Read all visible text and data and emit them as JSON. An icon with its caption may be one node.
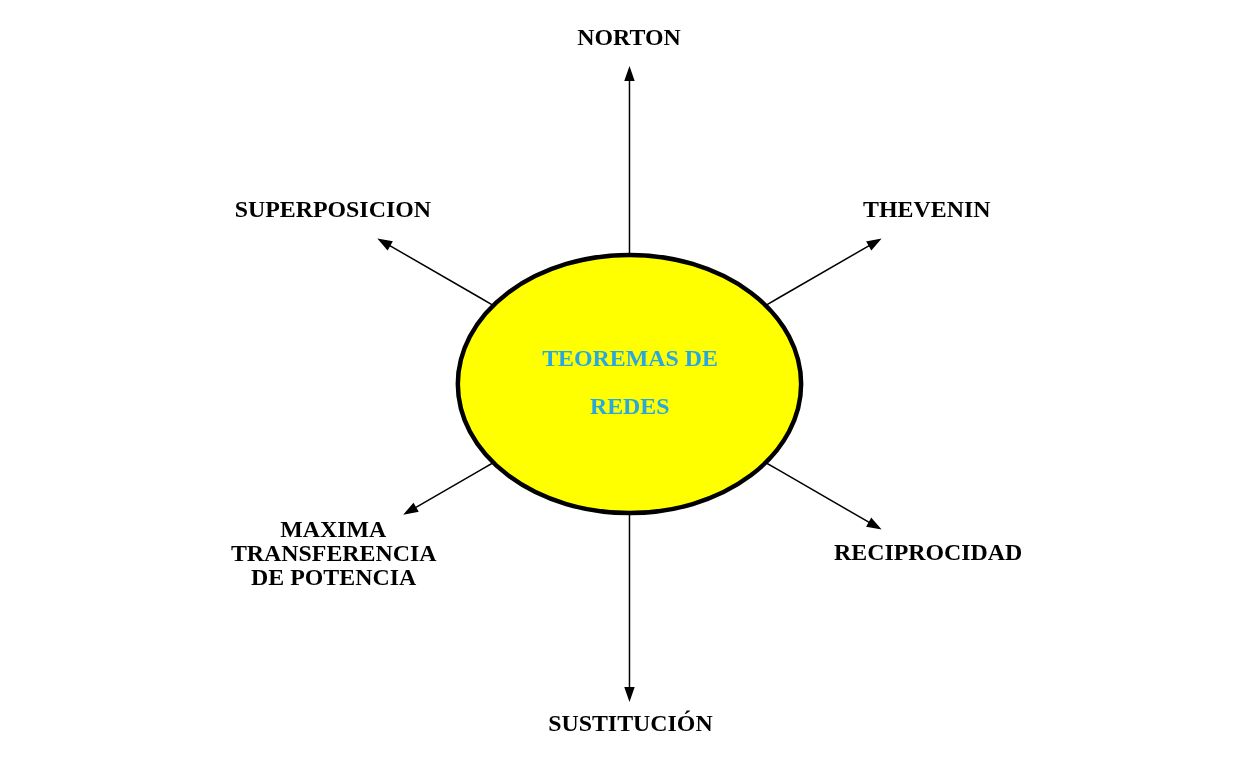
{
  "diagram": {
    "nodes": [
      {
        "text": [
          "THEVENIN"
        ]
      },
      {
        "text": [
          "NORTON"
        ]
      },
      {
        "text": [
          "SUPERPOSICION"
        ]
      },
      {
        "text": [
          "TEOREMAS DE REDES"
        ]
      },
      {
        "text": [
          "MAXIMA TRANSFERENCIA DE POTENCIA"
        ]
      },
      {
        "text": [
          "SUSTITUCIÓN"
        ]
      },
      {
        "text": [
          "RECIPROCIDAD"
        ]
      }
    ],
    "edges": [
      {
        "from": 3,
        "to": 0,
        "arrow": "to"
      },
      {
        "from": 3,
        "to": 1,
        "arrow": "to"
      },
      {
        "from": 3,
        "to": 2,
        "arrow": "to"
      },
      {
        "from": 3,
        "to": 4,
        "arrow": "to"
      },
      {
        "from": 3,
        "to": 5,
        "arrow": "to"
      },
      {
        "from": 3,
        "to": 6,
        "arrow": "to"
      }
    ]
  }
}
